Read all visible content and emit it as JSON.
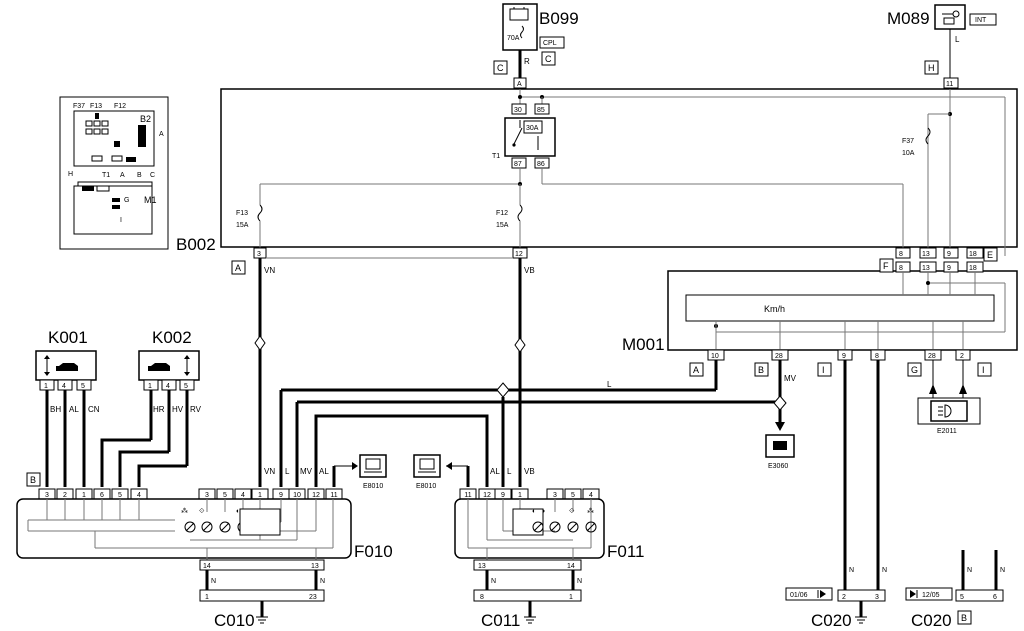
{
  "components": {
    "b099": "B099",
    "m089": "M089",
    "b002": "B002",
    "m001": "M001",
    "k001": "K001",
    "k002": "K002",
    "f010": "F010",
    "f011": "F011",
    "c010": "C010",
    "c011": "C011",
    "c020a": "C020",
    "c020b": "C020",
    "e8010a": "E8010",
    "e8010b": "E8010",
    "e3060": "E3060",
    "e2011": "E2011",
    "t1": "T1"
  },
  "b099": {
    "fuse": "70A",
    "tag": "CPL",
    "conn_left": "C",
    "conn_right": "C",
    "wire": "R",
    "pin": "A"
  },
  "m089": {
    "tag": "INT",
    "wire": "L",
    "conn": "H",
    "pin": "11"
  },
  "relay": {
    "pin30": "30",
    "pin85": "85",
    "pin87": "87",
    "pin86": "86",
    "rating": "30A"
  },
  "fuses": {
    "f13": {
      "name": "F13",
      "rating": "15A"
    },
    "f12": {
      "name": "F12",
      "rating": "15A"
    },
    "f37": {
      "name": "F37",
      "rating": "10A"
    }
  },
  "b002_pins": {
    "conn_a": "A",
    "p3": "3",
    "p12": "12",
    "conn_f": "F",
    "conn_e": "E",
    "p8": "8",
    "p13": "13",
    "p9": "9",
    "p18": "18"
  },
  "inset": {
    "f37": "F37",
    "f13": "F13",
    "f12": "F12",
    "b2": "B2",
    "a1": "A",
    "t1": "T1",
    "a2": "A",
    "b": "B",
    "c": "C",
    "h": "H",
    "m1": "M1",
    "g": "G",
    "i": "I"
  },
  "m001": {
    "display": "Km/h",
    "pins": [
      "10",
      "28",
      "9",
      "8",
      "28",
      "2"
    ],
    "conns": [
      "A",
      "B",
      "I",
      "G",
      "I"
    ],
    "wire_mv": "MV",
    "wire_l": "L"
  },
  "k001": {
    "pins": [
      "1",
      "4",
      "5"
    ],
    "wires": [
      "BH",
      "AL",
      "CN"
    ]
  },
  "k002": {
    "pins": [
      "1",
      "4",
      "5"
    ],
    "wires": [
      "HR",
      "HV",
      "RV"
    ]
  },
  "f010": {
    "conn": "B",
    "pins": [
      "3",
      "2",
      "1",
      "6",
      "5",
      "4",
      "3",
      "5",
      "4",
      "1",
      "9",
      "10",
      "12",
      "11"
    ],
    "wires": [
      "VN",
      "L",
      "MV",
      "AL"
    ],
    "bottom_pins": [
      "14",
      "13"
    ],
    "ground_wire": "N"
  },
  "f011": {
    "pins": [
      "11",
      "12",
      "9",
      "1",
      "3",
      "5",
      "4"
    ],
    "wires": [
      "AL",
      "L",
      "VB"
    ],
    "bottom_pins": [
      "13",
      "14"
    ],
    "ground_wire": "N"
  },
  "c010": {
    "pins": [
      "1",
      "23"
    ]
  },
  "c011": {
    "pins": [
      "8",
      "1"
    ]
  },
  "c020a": {
    "ref": "01/06",
    "pins": [
      "2",
      "3"
    ],
    "wire": "N"
  },
  "c020b": {
    "ref": "12/05",
    "conn": "B",
    "pins": [
      "5",
      "6"
    ],
    "wire": "N"
  },
  "wires": {
    "vn": "VN",
    "vb": "VB"
  }
}
